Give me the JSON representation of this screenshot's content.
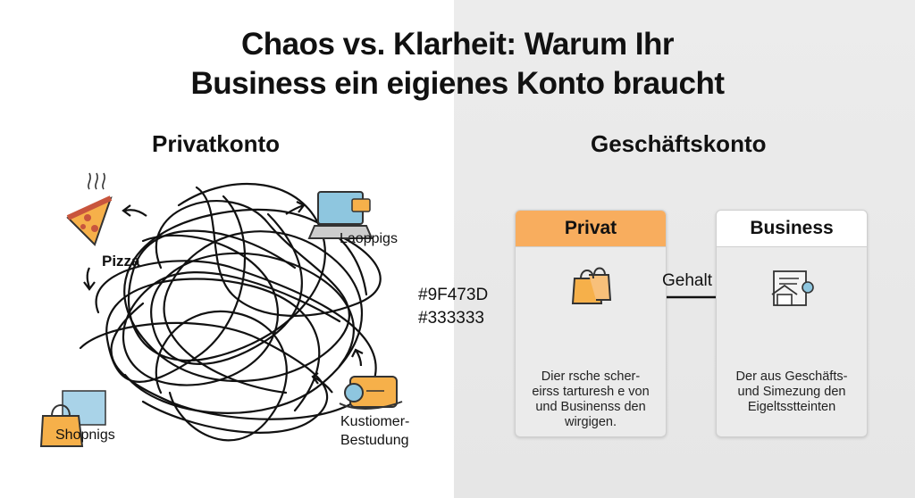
{
  "title": {
    "line1": "Chaos vs. Klarheit: Warum Ihr",
    "line2": "Business ein eigienes Konto braucht"
  },
  "left": {
    "heading": "Privatkonto",
    "labels": {
      "pizza": "Pizza",
      "laptop": "Laoppigs",
      "shopping": "Shopnigs",
      "kunde_line1": "Kustiomer-",
      "kunde_line2": "Bestudung"
    }
  },
  "right": {
    "heading": "Geschäftskonto",
    "privat_card": {
      "title": "Privat",
      "text_line1": "Dier rsche scher-",
      "text_line2": "eirss tarturesh e von",
      "text_line3": "und Businenss den",
      "text_line4": "wirgigen."
    },
    "business_card": {
      "title": "Business",
      "text_line1": "Der aus Geschäfts-",
      "text_line2": "und Simezung den",
      "text_line3": "Eigeltsstteinten"
    },
    "arrow_label": "Gehalt"
  },
  "color_codes": {
    "line1": "#9F473D",
    "line2": "#333333"
  },
  "colors": {
    "accent_orange": "#F8AD5E",
    "text_dark": "#111111",
    "panel_grey": "#E9E9E9"
  },
  "icons": [
    "pizza-icon",
    "laptop-icon",
    "shopping-bag-icon",
    "money-icon",
    "tangle-lines",
    "house-document-icon"
  ]
}
